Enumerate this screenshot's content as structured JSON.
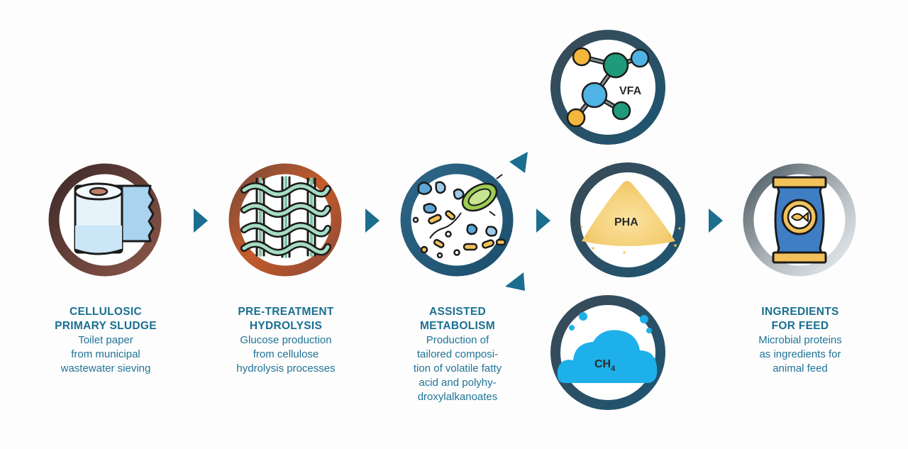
{
  "steps": [
    {
      "title": [
        "CELLULOSIC",
        "PRIMARY SLUDGE"
      ],
      "desc": [
        "Toilet paper",
        "from municipal",
        "wastewater sieving"
      ]
    },
    {
      "title": [
        "PRE-TREATMENT",
        "HYDROLYSIS"
      ],
      "desc": [
        "Glucose production",
        "from cellulose",
        "hydrolysis processes"
      ]
    },
    {
      "title": [
        "ASSISTED",
        "METABOLISM"
      ],
      "desc": [
        "Production of",
        "tailored composi-",
        "tion of volatile fatty",
        "acid and polyhy-",
        "droxylalkanoates"
      ]
    },
    {
      "title": [
        "INGREDIENTS",
        "FOR FEED"
      ],
      "desc": [
        "Microbial proteins",
        "as ingredients for",
        "animal feed"
      ]
    }
  ],
  "products": {
    "vfa": "VFA",
    "pha": "PHA",
    "ch4_base": "CH",
    "ch4_sub": "4"
  },
  "colors": {
    "text_blue": "#1a6f92",
    "arrow_blue": "#1c6e8f",
    "ring_brown": "#6b3f35",
    "ring_orange": "#b5532a",
    "ring_teal": "#2b5d78",
    "ring_gray": "#9aa3a8"
  }
}
